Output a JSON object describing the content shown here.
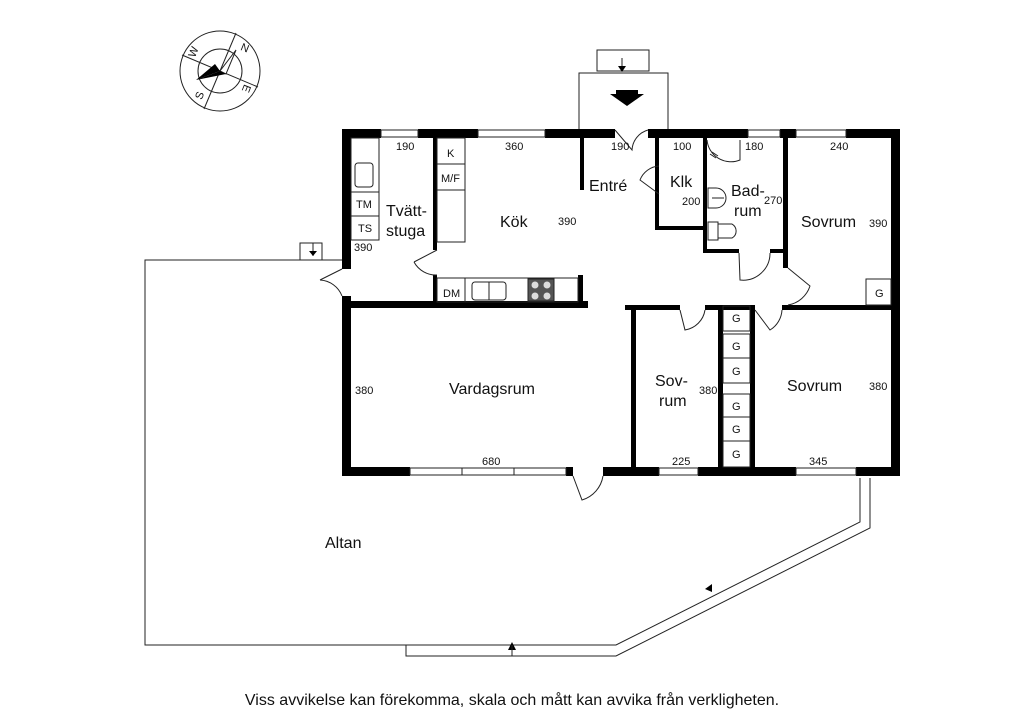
{
  "compass": {
    "labels": [
      "N",
      "E",
      "S",
      "W"
    ]
  },
  "rooms": {
    "tvattstuga_1": "Tvätt-",
    "tvattstuga_2": "stuga",
    "kok": "Kök",
    "entre": "Entré",
    "klk": "Klk",
    "badrum_1": "Bad-",
    "badrum_2": "rum",
    "sovrum_ne": "Sovrum",
    "vardagsrum": "Vardagsrum",
    "sovrum_small_1": "Sov-",
    "sovrum_small_2": "rum",
    "sovrum_se": "Sovrum",
    "altan": "Altan"
  },
  "dimensions": {
    "tvatt_w": "190",
    "kok_w": "360",
    "entre_w": "190",
    "klk_w": "100",
    "bad_w": "180",
    "sov_ne_w": "240",
    "tvatt_h": "390",
    "kok_h": "390",
    "klk_h": "200",
    "bad_h": "270",
    "sov_ne_h": "390",
    "vardag_h": "380",
    "sov_small_h": "380",
    "sov_se_h": "380",
    "vardag_w": "680",
    "sov_small_w": "225",
    "sov_se_w": "345"
  },
  "fixtures": {
    "k": "K",
    "mf": "M/F",
    "tm": "TM",
    "ts": "TS",
    "dm": "DM",
    "g": "G"
  },
  "disclaimer": "Viss avvikelse kan förekomma, skala och mått kan avvika från verkligheten."
}
